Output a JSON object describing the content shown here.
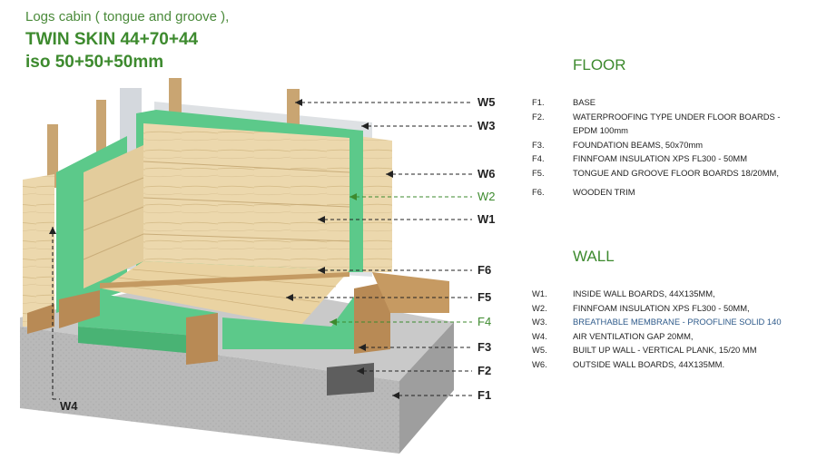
{
  "header": {
    "subtitle": "Logs cabin ( tongue and groove ),",
    "title_line1": "TWIN SKIN 44+70+44",
    "title_line2": "iso 50+50+50mm"
  },
  "callouts": {
    "W5": "W5",
    "W3": "W3",
    "W6": "W6",
    "W2": "W2",
    "W1": "W1",
    "W4": "W4",
    "F6": "F6",
    "F5": "F5",
    "F4": "F4",
    "F3": "F3",
    "F2": "F2",
    "F1": "F1"
  },
  "floor": {
    "title": "FLOOR",
    "items": [
      {
        "code": "F1.",
        "text": "BASE"
      },
      {
        "code": "F2.",
        "text": "WATERPROOFING TYPE UNDER FLOOR BOARDS - EPDM 100mm"
      },
      {
        "code": "F3.",
        "text": "FOUNDATION BEAMS, 50x70mm"
      },
      {
        "code": "F4.",
        "text": "FINNFOAM INSULATION XPS FL300 - 50MM"
      },
      {
        "code": "F5.",
        "text": "TONGUE AND GROOVE FLOOR BOARDS 18/20MM,"
      },
      {
        "code": "F6.",
        "text": "WOODEN TRIM"
      }
    ]
  },
  "wall": {
    "title": "WALL",
    "items": [
      {
        "code": "W1.",
        "text": "INSIDE WALL BOARDS, 44X135MM,"
      },
      {
        "code": "W2.",
        "text": "FINNFOAM INSULATION XPS FL300 - 50MM,"
      },
      {
        "code": "W3.",
        "text": "BREATHABLE MEMBRANE - PROOFLINE SOLID 140"
      },
      {
        "code": "W4.",
        "text": "AIR VENTILATION GAP 20MM,"
      },
      {
        "code": "W5.",
        "text": "BUILT UP WALL - VERTICAL PLANK, 15/20 MM"
      },
      {
        "code": "W6.",
        "text": "OUTSIDE WALL BOARDS, 44X135MM."
      }
    ]
  },
  "colors": {
    "accent_green": "#3d8a2e",
    "insulation_green": "#5cc98a",
    "wood": "#e8d3a6",
    "concrete": "#b4b4b4"
  }
}
